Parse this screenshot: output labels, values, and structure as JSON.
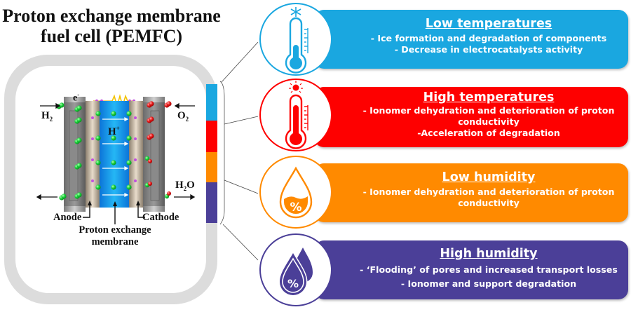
{
  "title": {
    "line1": "Proton exchange membrane",
    "line2": "fuel cell (PEMFC)"
  },
  "fuel_cell": {
    "labels": {
      "electron": "e",
      "electron_sup": "-",
      "h2": "H",
      "h2_sub": "2",
      "o2": "O",
      "o2_sub": "2",
      "proton": "H",
      "proton_sup": "+",
      "water": "H",
      "water_sub": "2",
      "water_tail": "O",
      "anode": "Anode",
      "cathode": "Cathode",
      "membrane_line1": "Proton exchange",
      "membrane_line2": "membrane"
    },
    "band_colors": [
      "#1aa7e0",
      "#fe0000",
      "#ff8a00",
      "#4b3f98"
    ]
  },
  "cards": [
    {
      "id": "low-temperatures",
      "title": "Low temperatures",
      "color": "#1aa7e0",
      "icon": "thermometer-snowflake-icon",
      "lines": [
        "- Ice formation and degradation of components",
        "- Decrease in electrocatalysts activity"
      ]
    },
    {
      "id": "high-temperatures",
      "title": "High temperatures",
      "color": "#fe0000",
      "icon": "thermometer-sun-icon",
      "lines": [
        "- Ionomer dehydration and deterioration of proton",
        "conductivity",
        "-Acceleration of degradation"
      ]
    },
    {
      "id": "low-humidity",
      "title": "Low humidity",
      "color": "#ff8a00",
      "icon": "drop-percent-icon",
      "icon_text": "%",
      "lines": [
        "- Ionomer dehydration and deterioration of proton",
        "conductivity"
      ]
    },
    {
      "id": "high-humidity",
      "title": "High humidity",
      "color": "#4b3f98",
      "icon": "double-drop-percent-icon",
      "icon_text": "%",
      "lines": [
        "- ‘Flooding’ of pores and increased transport losses",
        "- Ionomer and support degradation"
      ]
    }
  ]
}
